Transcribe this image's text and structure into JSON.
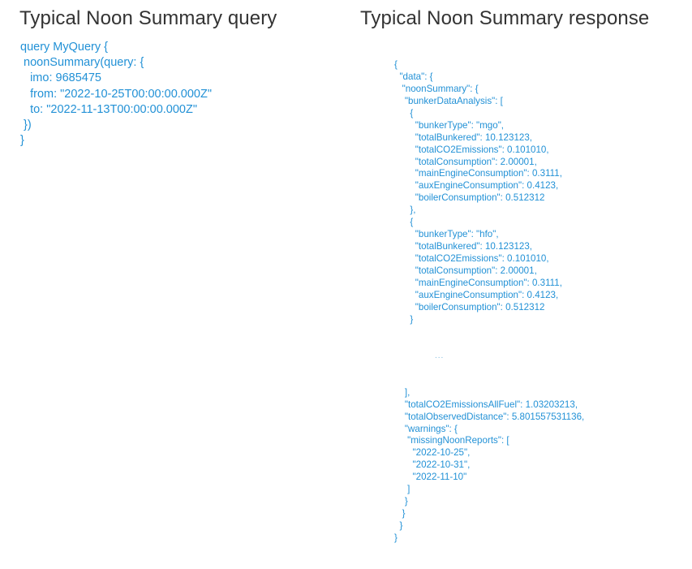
{
  "colors": {
    "background": "#ffffff",
    "title_text": "#333333",
    "code_text": "#2291d6",
    "ellipsis_text": "#7fb9dd"
  },
  "panels": {
    "query": {
      "title": "Typical Noon Summary query",
      "code_lines": [
        "query MyQuery {",
        " noonSummary(query: {",
        "   imo: 9685475",
        "   from: \"2022-10-25T00:00:00.000Z\"",
        "   to: \"2022-11-13T00:00:00.000Z\"",
        " })",
        "}"
      ],
      "query_name": "MyQuery",
      "operation": "noonSummary",
      "arguments": {
        "imo": 9685475,
        "from": "2022-10-25T00:00:00.000Z",
        "to": "2022-11-13T00:00:00.000Z"
      }
    },
    "response": {
      "title": "Typical Noon Summary response",
      "code_lines": [
        "{",
        "  \"data\": {",
        "   \"noonSummary\": {",
        "    \"bunkerDataAnalysis\": [",
        "      {",
        "        \"bunkerType\": \"mgo\",",
        "        \"totalBunkered\": 10.123123,",
        "        \"totalCO2Emissions\": 0.101010,",
        "        \"totalConsumption\": 2.00001,",
        "        \"mainEngineConsumption\": 0.3111,",
        "        \"auxEngineConsumption\": 0.4123,",
        "        \"boilerConsumption\": 0.512312",
        "      },",
        "      {",
        "        \"bunkerType\": \"hfo\",",
        "        \"totalBunkered\": 10.123123,",
        "        \"totalCO2Emissions\": 0.101010,",
        "        \"totalConsumption\": 2.00001,",
        "        \"mainEngineConsumption\": 0.3111,",
        "        \"auxEngineConsumption\": 0.4123,",
        "        \"boilerConsumption\": 0.512312",
        "      }"
      ],
      "ellipsis": "...",
      "code_lines_tail": [
        "    ],",
        "    \"totalCO2EmissionsAllFuel\": 1.03203213,",
        "    \"totalObservedDistance\": 5.801557531136,",
        "    \"warnings\": {",
        "     \"missingNoonReports\": [",
        "       \"2022-10-25\",",
        "       \"2022-10-31\",",
        "       \"2022-11-10\"",
        "     ]",
        "    }",
        "   }",
        "  }",
        "}"
      ],
      "payload": {
        "data": {
          "noonSummary": {
            "bunkerDataAnalysis": [
              {
                "bunkerType": "mgo",
                "totalBunkered": 10.123123,
                "totalCO2Emissions": 0.10101,
                "totalConsumption": 2.00001,
                "mainEngineConsumption": 0.3111,
                "auxEngineConsumption": 0.4123,
                "boilerConsumption": 0.512312
              },
              {
                "bunkerType": "hfo",
                "totalBunkered": 10.123123,
                "totalCO2Emissions": 0.10101,
                "totalConsumption": 2.00001,
                "mainEngineConsumption": 0.3111,
                "auxEngineConsumption": 0.4123,
                "boilerConsumption": 0.512312
              }
            ],
            "totalCO2EmissionsAllFuel": 1.03203213,
            "totalObservedDistance": 5.801557531136,
            "warnings": {
              "missingNoonReports": [
                "2022-10-25",
                "2022-10-31",
                "2022-11-10"
              ]
            }
          }
        }
      }
    }
  }
}
